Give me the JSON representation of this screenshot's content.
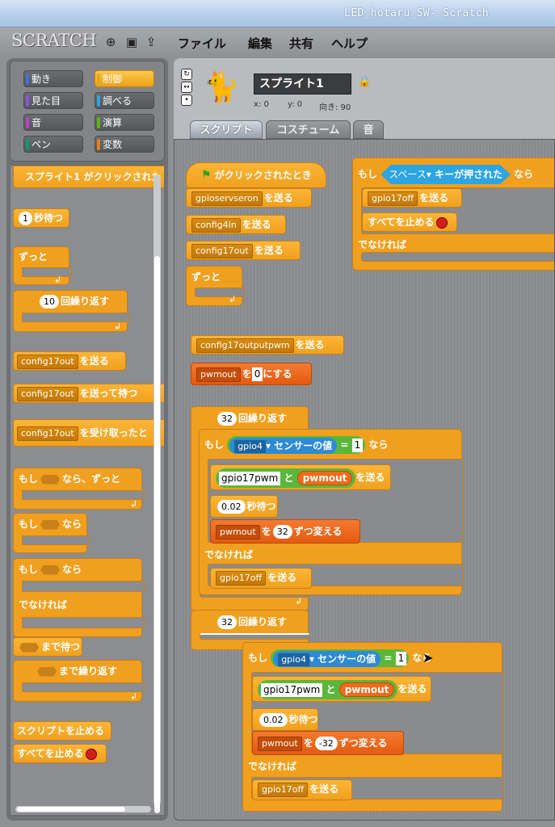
{
  "window": {
    "title": "LED_hotaru_SW- Scratch"
  },
  "menubar": {
    "logo": "SCRATCH",
    "items": [
      "ファイル",
      "編集",
      "共有",
      "ヘルプ"
    ]
  },
  "categories": [
    {
      "label": "動き",
      "color": "#4a6cd4"
    },
    {
      "label": "制御",
      "color": "#e1a91a",
      "selected": true
    },
    {
      "label": "見た目",
      "color": "#8a55d7"
    },
    {
      "label": "調べる",
      "color": "#2ca5e2"
    },
    {
      "label": "音",
      "color": "#bb42c3"
    },
    {
      "label": "演算",
      "color": "#5cb712"
    },
    {
      "label": "ペン",
      "color": "#0e9a6c"
    },
    {
      "label": "変数",
      "color": "#ee7d16"
    }
  ],
  "palette": {
    "hat_click": "スプライト1 がクリックされた",
    "wait_num": "1",
    "wait_label": "秒待つ",
    "forever": "ずっと",
    "repeat_num": "10",
    "repeat_label": "回繰り返す",
    "broadcast_dd": "config17out",
    "broadcast_label": "を送る",
    "broadcast_wait_dd": "config17out",
    "broadcast_wait_label": "を送って待つ",
    "receive_dd": "config17out",
    "receive_label": "を受け取ったと",
    "if_forever_a": "もし",
    "if_forever_b": "なら、ずっと",
    "if_a": "もし",
    "if_b": "なら",
    "ifelse_a": "もし",
    "ifelse_b": "なら",
    "else": "でなければ",
    "wait_until": "まで待つ",
    "repeat_until": "まで繰り返す",
    "stop_script": "スクリプトを止める",
    "stop_all": "すべてを止める"
  },
  "sprite": {
    "name": "スプライト1",
    "x_label": "x: 0",
    "y_label": "y: 0",
    "dir_label": "向き: 90"
  },
  "tabs": [
    "スクリプト",
    "コスチューム",
    "音"
  ],
  "scripts": {
    "s1_hat": "がクリックされたとき",
    "s1_b1": "gpioservseron",
    "s1_b2": "config4in",
    "s1_b3": "config17out",
    "send": "を送る",
    "s1_forever": "ずっと",
    "s2_if": "もし",
    "s2_key": "スペース",
    "s2_keylabel": "キーが押された",
    "s2_then": "なら",
    "s2_b1": "gpio17off",
    "s2_stop": "すべてを止める",
    "s2_else": "でなければ",
    "s3_b1": "config17outputpwm",
    "s3_set_var": "pwmout",
    "s3_set_label": "を",
    "s3_set_val": "0",
    "s3_set_end": "にする",
    "s3_rep_num": "32",
    "s3_rep_label": "回繰り返す",
    "s3_if": "もし",
    "s3_sensor": "gpio4",
    "s3_sensor_label": "センサーの値",
    "s3_eq_val": "1",
    "s3_then": "なら",
    "s3_join_a": "gpio17pwm",
    "s3_join_label": "と",
    "s3_join_b": "pwmout",
    "s3_wait": "0.02",
    "s3_wait_label": "秒待つ",
    "s3_change_var": "pwmout",
    "s3_change_label": "を",
    "s3_change_val": "32",
    "s3_change_end": "ずつ変える",
    "s3_else": "でなければ",
    "s3_off": "gpio17off",
    "s4_rep_num": "32",
    "s4_rep_label": "回繰り返す",
    "s4_change_val": "-32"
  }
}
